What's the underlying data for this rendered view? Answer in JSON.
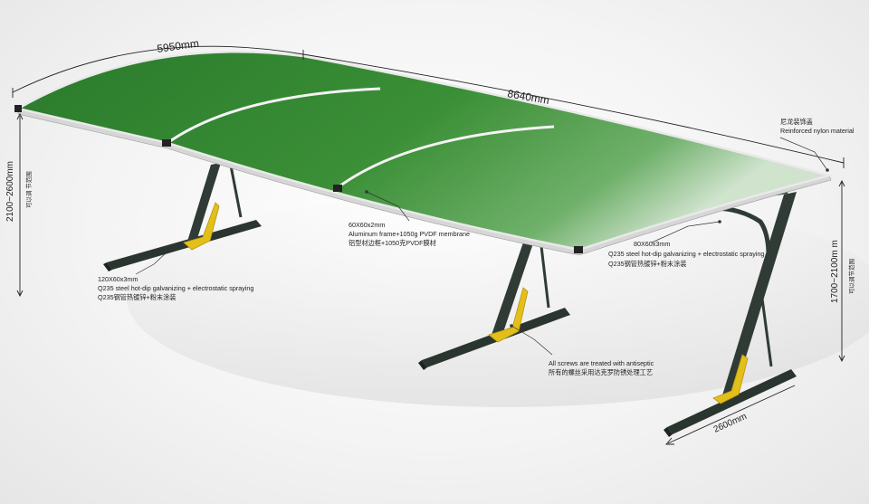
{
  "dimensions": {
    "width_top_left": "5950mm",
    "length_top": "8640mm",
    "height_left": "2100~2600mm",
    "height_left_cn": "可以调 节范围",
    "height_right": "1700~2100m m",
    "height_right_cn": "可以调节范围",
    "base_width": "2600mm"
  },
  "annotations": {
    "nylon": {
      "cn": "尼龙装饰盖",
      "en": "Reinforced nylon material"
    },
    "membrane": {
      "line1": "60X60x2mm",
      "line2": "Aluminum frame+1050g PVDF membrane",
      "line3": "铝型材边框+1050克PVDF膜材"
    },
    "right_post": {
      "line1": "80X60x3mm",
      "line2": "Q235 steel hot-dip galvanizing + electrostatic spraying",
      "line3": "Q235钢管热镀锌+粉末涂装"
    },
    "left_post": {
      "line1": "120X60x3mm",
      "line2": "Q235 steel hot-dip galvanizing + electrostatic spraying",
      "line3": "Q235钢管热镀锌+粉末涂装"
    },
    "screws": {
      "line1": "All screws are treated with antiseptic",
      "line2": "所有的螺丝采用达克罗防锈处理工艺"
    }
  },
  "colors": {
    "canopy_green": "#2f7f2f",
    "canopy_dark": "#1f5f22",
    "steel": "#2e3a33",
    "bracket_yellow": "#e8c61a"
  }
}
